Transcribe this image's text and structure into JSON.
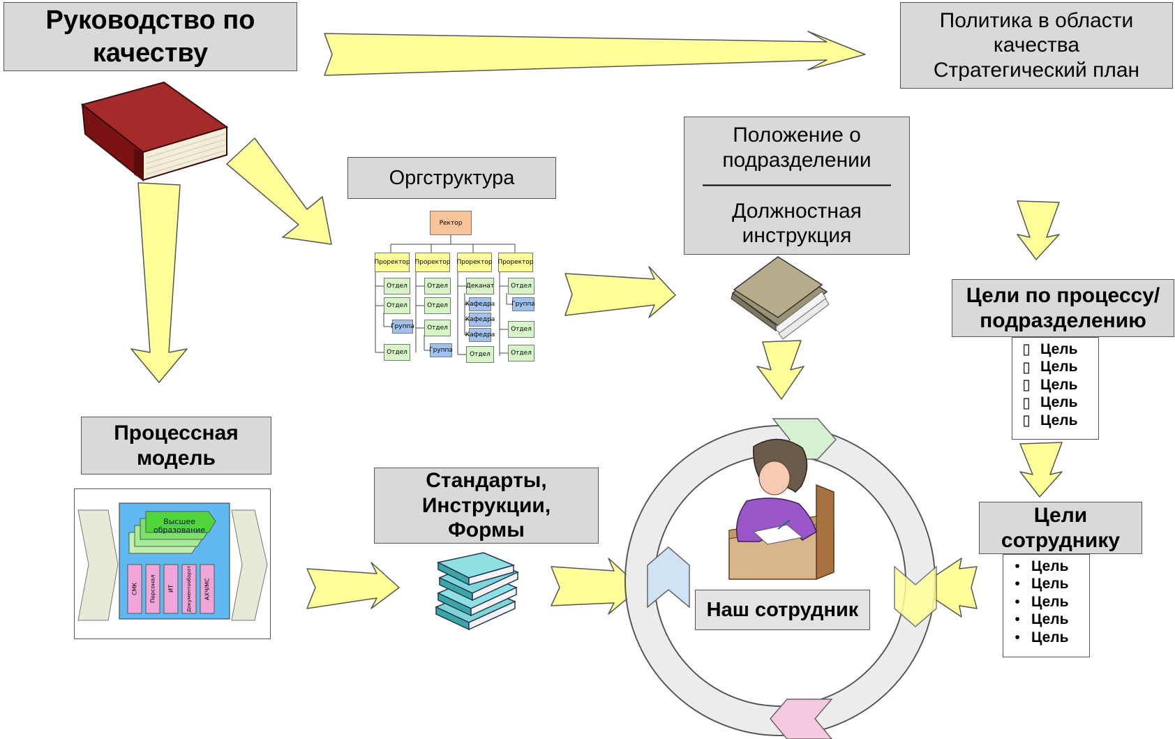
{
  "boxes": {
    "manual": "Руководство по\nкачеству",
    "policy": "Политика в области\nкачества\nСтратегический план",
    "orgstructure": "Оргструктура",
    "regulation_top": "Положение о\nподразделении",
    "regulation_line": "—————————",
    "regulation_bottom": "Должностная\nинструкция",
    "process_goals": "Цели по процессу/\nподразделению",
    "process_model": "Процессная\nмодель",
    "standards": "Стандарты,\nИнструкции,\nФормы",
    "employee_goals": "Цели\nсотруднику",
    "employee": "Наш сотрудник"
  },
  "process_goals_list": {
    "marker": "▯",
    "items": [
      "Цель",
      "Цель",
      "Цель",
      "Цель",
      "Цель"
    ]
  },
  "employee_goals_list": {
    "marker": "•",
    "items": [
      "Цель",
      "Цель",
      "Цель",
      "Цель",
      "Цель"
    ]
  },
  "org_chart": {
    "root": "Ректор",
    "heads": [
      "Проректор",
      "Проректор",
      "Проректор",
      "Проректор"
    ],
    "col1": [
      "Отдел",
      "Отдел",
      "Группа",
      "Отдел"
    ],
    "col2": [
      "Отдел",
      "Отдел",
      "Отдел",
      "Группа"
    ],
    "col3": [
      "Деканат",
      "Кафедра",
      "Кафедра",
      "Кафедра",
      "Отдел"
    ],
    "col4": [
      "Отдел",
      "Группа",
      "Отдел",
      "Отдел"
    ]
  },
  "process_model_mini": {
    "top_label": "Высшее\nобразование",
    "support": [
      "СМК",
      "Персонал",
      "ИТ",
      "Документооборот",
      "АХЧ/МС"
    ]
  },
  "colors": {
    "box_fill": "#d9d9d9",
    "arrow_fill": "#ffff99",
    "book_red": "#8b1a1a",
    "folder": "#b5ad8a",
    "books_teal": "#7fd6d6",
    "org_root": "#f9c49a",
    "org_head": "#ffff99",
    "org_dept": "#d8f5c8",
    "org_group": "#9fc3ee",
    "cycle_green": "#d6f0d2",
    "cycle_blue": "#cfe3f5",
    "cycle_pink": "#f6c9e0",
    "cycle_yellow": "#ffff99"
  },
  "icons": [
    "red-book-icon",
    "folder-icon",
    "stacked-books-icon",
    "person-writing-icon"
  ]
}
